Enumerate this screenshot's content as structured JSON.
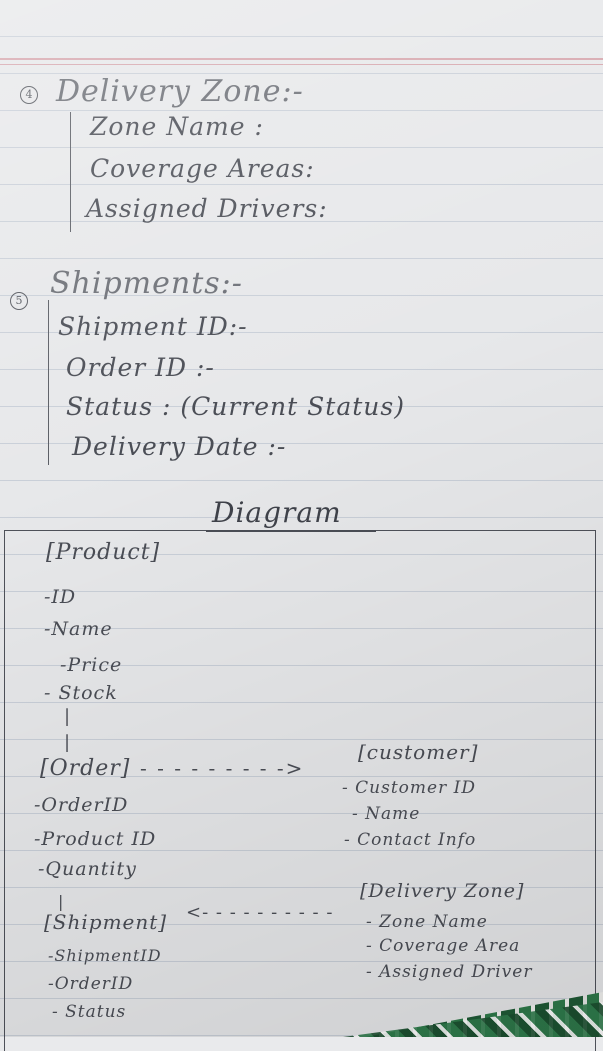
{
  "section4": {
    "number": "4",
    "heading": "Delivery Zone:-",
    "fields": [
      "Zone Name :",
      "Coverage Areas:",
      "Assigned Drivers:"
    ]
  },
  "section5": {
    "number": "5",
    "heading": "Shipments:-",
    "fields": [
      "Shipment ID:-",
      "Order ID :-",
      "Status : (Current Status)",
      "Delivery Date :-"
    ]
  },
  "diagram": {
    "title": "Diagram",
    "product": {
      "title": "[Product]",
      "fields": [
        "-ID",
        "-Name",
        "-Price",
        "- Stock"
      ],
      "connector": [
        "|",
        "|"
      ]
    },
    "order": {
      "title": "[Order]",
      "fields": [
        "-OrderID",
        "-Product ID",
        "-Quantity"
      ],
      "connector": "|"
    },
    "arrow_order_customer": "- - - - - - - - ->",
    "customer": {
      "title": "[customer]",
      "fields": [
        "- Customer ID",
        "- Name",
        "- Contact Info"
      ]
    },
    "shipment": {
      "title": "[Shipment]",
      "fields": [
        "-ShipmentID",
        "-OrderID",
        "- Status"
      ]
    },
    "arrow_zone_shipment": "<- - - - - - - - - -",
    "delivery_zone": {
      "title": "[Delivery Zone]",
      "fields": [
        "- Zone Name",
        "- Coverage Area",
        "- Assigned Driver"
      ]
    }
  }
}
